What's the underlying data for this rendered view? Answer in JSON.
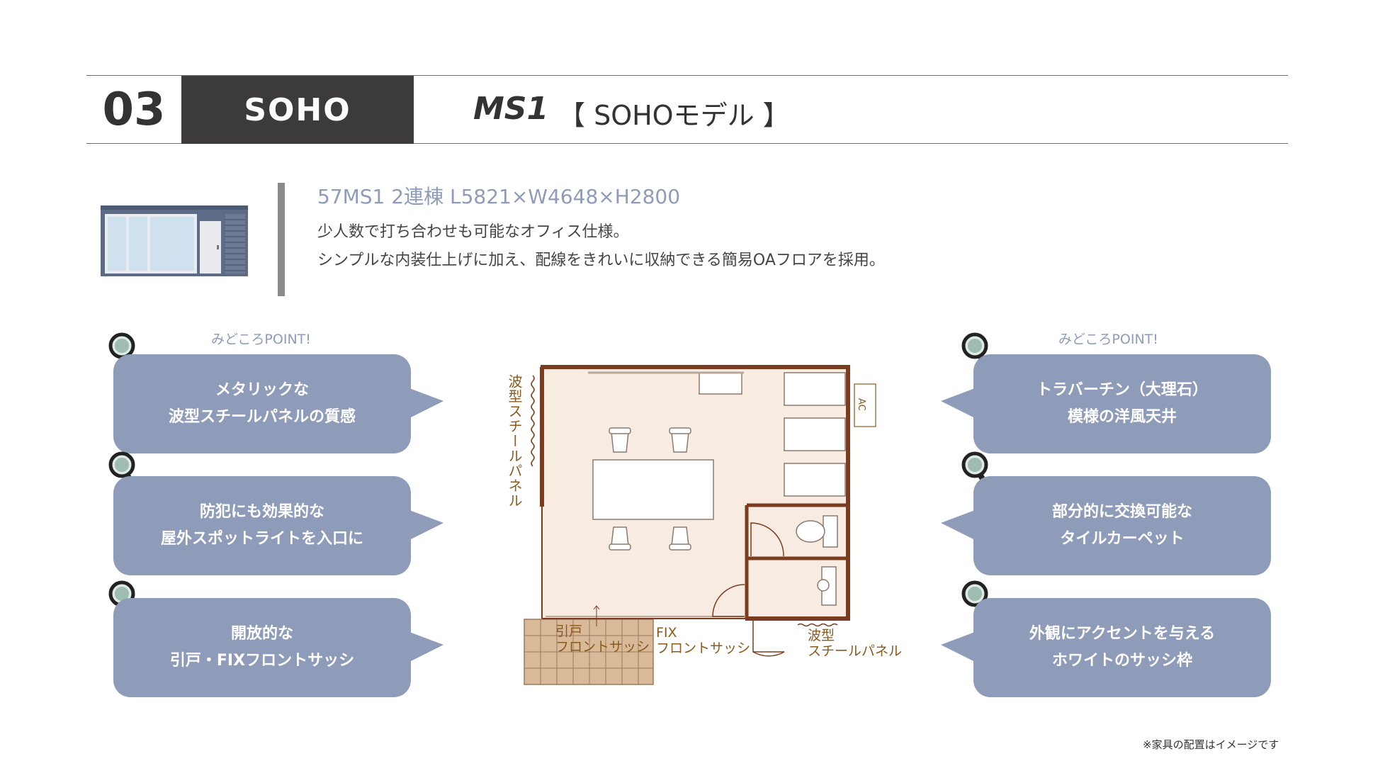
{
  "header": {
    "number": "03",
    "category": "SOHO",
    "model_code": "MS1",
    "model_name": "【 SOHOモデル 】"
  },
  "spec": {
    "title": "57MS1 2連棟  L5821×W4648×H2800",
    "description_line1": "少人数で打ち合わせも可能なオフィス仕様。",
    "description_line2": "シンプルな内装仕上げに加え、配線をきれいに収納できる簡易OAフロアを採用。"
  },
  "point_label": "みどころPOINT!",
  "left_points": [
    {
      "line1": "メタリックな",
      "line2": "波型スチールパネルの質感"
    },
    {
      "line1": "防犯にも効果的な",
      "line2": "屋外スポットライトを入口に"
    },
    {
      "line1": "開放的な",
      "line2": "引戸・FIXフロントサッシ"
    }
  ],
  "right_points": [
    {
      "line1": "トラバーチン（大理石）",
      "line2": "模様の洋風天井"
    },
    {
      "line1": "部分的に交換可能な",
      "line2": "タイルカーペット"
    },
    {
      "line1": "外観にアクセントを与える",
      "line2": "ホワイトのサッシ枠"
    }
  ],
  "floorplan": {
    "label_wave_side": "波型スチールパネル",
    "label_ac": "AC",
    "label_sliding_1": "引戸",
    "label_sliding_2": "フロントサッシ",
    "label_fix_1": "FIX",
    "label_fix_2": "フロントサッシ",
    "label_wave_bottom_1": "波型",
    "label_wave_bottom_2": "スチールパネル"
  },
  "footnote": "※家具の配置はイメージです",
  "colors": {
    "accent": "#8e9bb9",
    "dark": "#3d3a3b",
    "wall": "#7a3b1f",
    "floor": "#f7ebe2"
  }
}
